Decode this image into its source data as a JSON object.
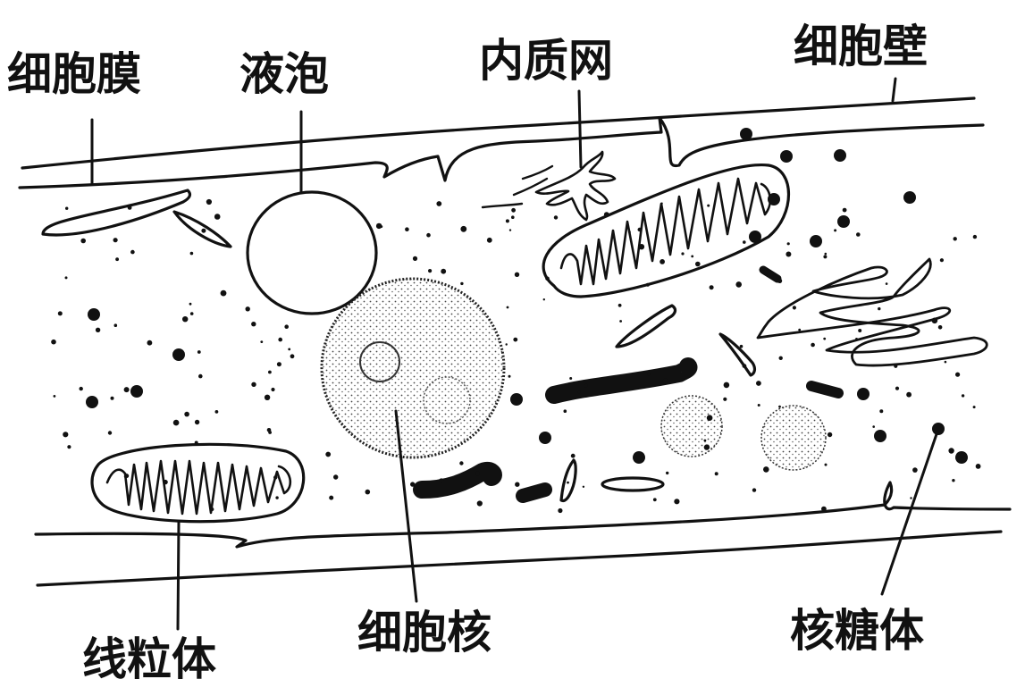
{
  "labels": {
    "cell_membrane": "细胞膜",
    "vacuole": "液泡",
    "endoplasmic_reticulum": "内质网",
    "cell_wall": "细胞壁",
    "mitochondrion": "线粒体",
    "nucleus": "细胞核",
    "ribosome": "核糖体"
  },
  "colors": {
    "ink": "#111111",
    "stipple": "#555555",
    "paper": "#ffffff"
  }
}
